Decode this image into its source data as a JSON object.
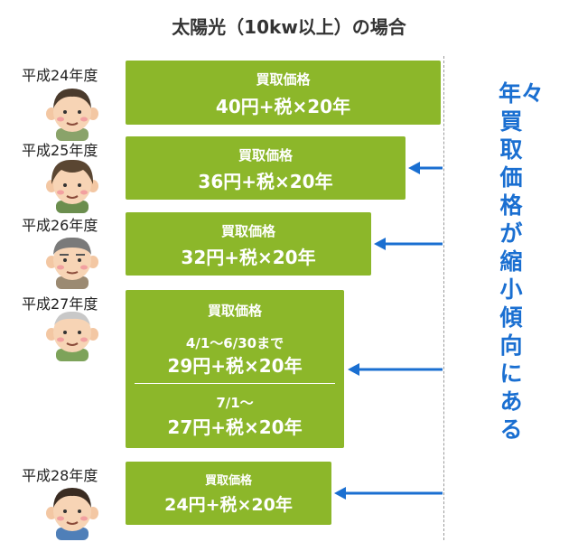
{
  "title": "太陽光（10kw以上）の場合",
  "colors": {
    "box": "#8cb72a",
    "arrow": "#1a6fd1",
    "dash": "#9a9a9a"
  },
  "rows": [
    {
      "year": "平成24年度",
      "label": "買取価格",
      "price": "40円+税×20年"
    },
    {
      "year": "平成25年度",
      "label": "買取価格",
      "price": "36円+税×20年"
    },
    {
      "year": "平成26年度",
      "label": "買取価格",
      "price": "32円+税×20年"
    },
    {
      "year": "平成27年度",
      "label": "買取価格",
      "period1": "4/1～6/30まで",
      "price1": "29円+税×20年",
      "period2": "7/1～",
      "price2": "27円+税×20年"
    },
    {
      "year": "平成28年度",
      "label": "買取価格",
      "price": "24円+税×20年"
    }
  ],
  "side_text": "年々買取価格が縮小傾向にある",
  "icons": [
    "person-icon",
    "arrow-left-icon"
  ]
}
